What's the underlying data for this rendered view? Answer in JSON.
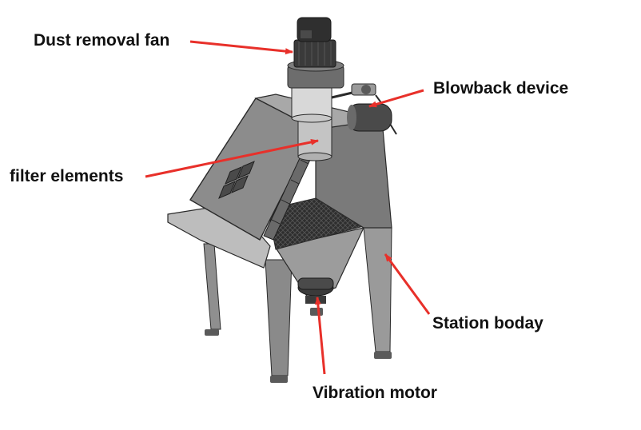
{
  "labels": {
    "fan": "Dust removal fan",
    "blowback": "Blowback device",
    "filter": "filter elements",
    "station": "Station boday",
    "motor": "Vibration motor"
  },
  "colors": {
    "arrow": "#e8302a",
    "body": "#8a8a8a",
    "body_light": "#b3b3b3",
    "body_dark": "#6b6b6b",
    "outline": "#2a2a2a",
    "motor": "#3a3a3a"
  }
}
